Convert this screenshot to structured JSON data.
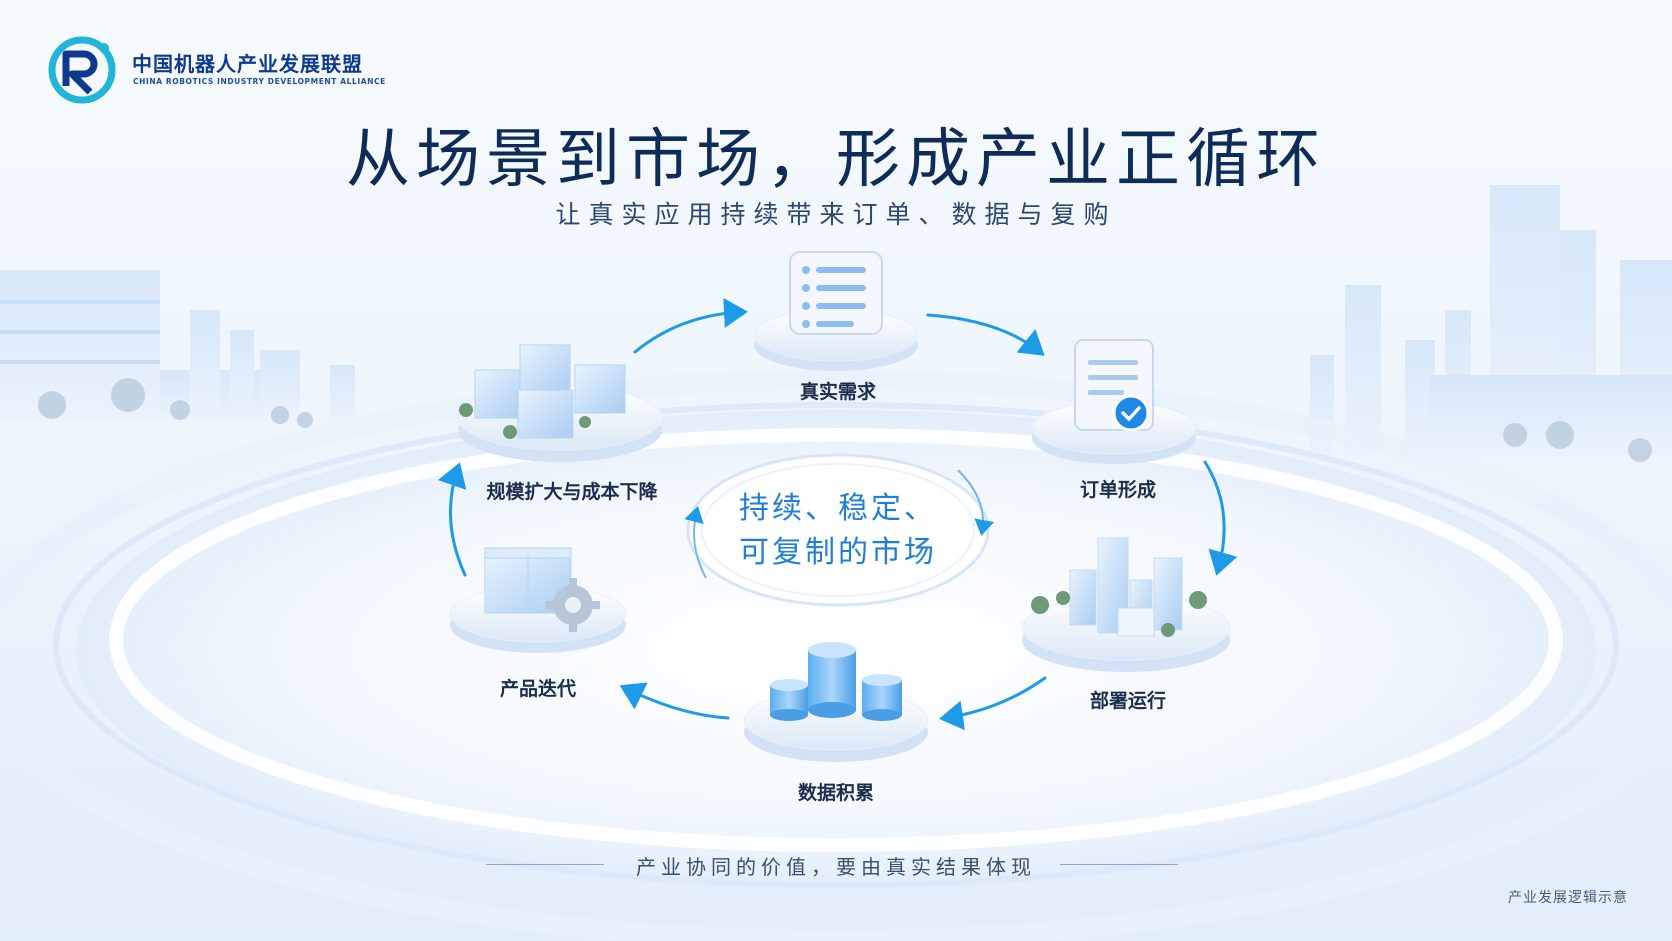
{
  "header": {
    "org_name_cn": "中国机器人产业发展联盟",
    "org_name_en": "CHINA ROBOTICS INDUSTRY DEVELOPMENT ALLIANCE",
    "title": "从场景到市场，形成产业正循环",
    "subtitle": "让真实应用持续带来订单、数据与复购"
  },
  "cycle": {
    "center_line1": "持续、稳定、",
    "center_line2": "可复制的市场",
    "nodes": [
      {
        "label": "真实需求",
        "icon": "document-list-icon"
      },
      {
        "label": "订单形成",
        "icon": "order-check-icon"
      },
      {
        "label": "部署运行",
        "icon": "city-buildings-icon"
      },
      {
        "label": "数据积累",
        "icon": "database-icon"
      },
      {
        "label": "产品迭代",
        "icon": "module-gear-icon"
      },
      {
        "label": "规模扩大与成本下降",
        "icon": "factory-cluster-icon"
      }
    ]
  },
  "footer": {
    "caption": "产业协同的价值，要由真实结果体现",
    "note": "产业发展逻辑示意"
  },
  "colors": {
    "title": "#0f2b57",
    "accent_blue": "#1f7fd6",
    "arrow_blue": "#1e9be8",
    "background": "#eef5fd"
  }
}
